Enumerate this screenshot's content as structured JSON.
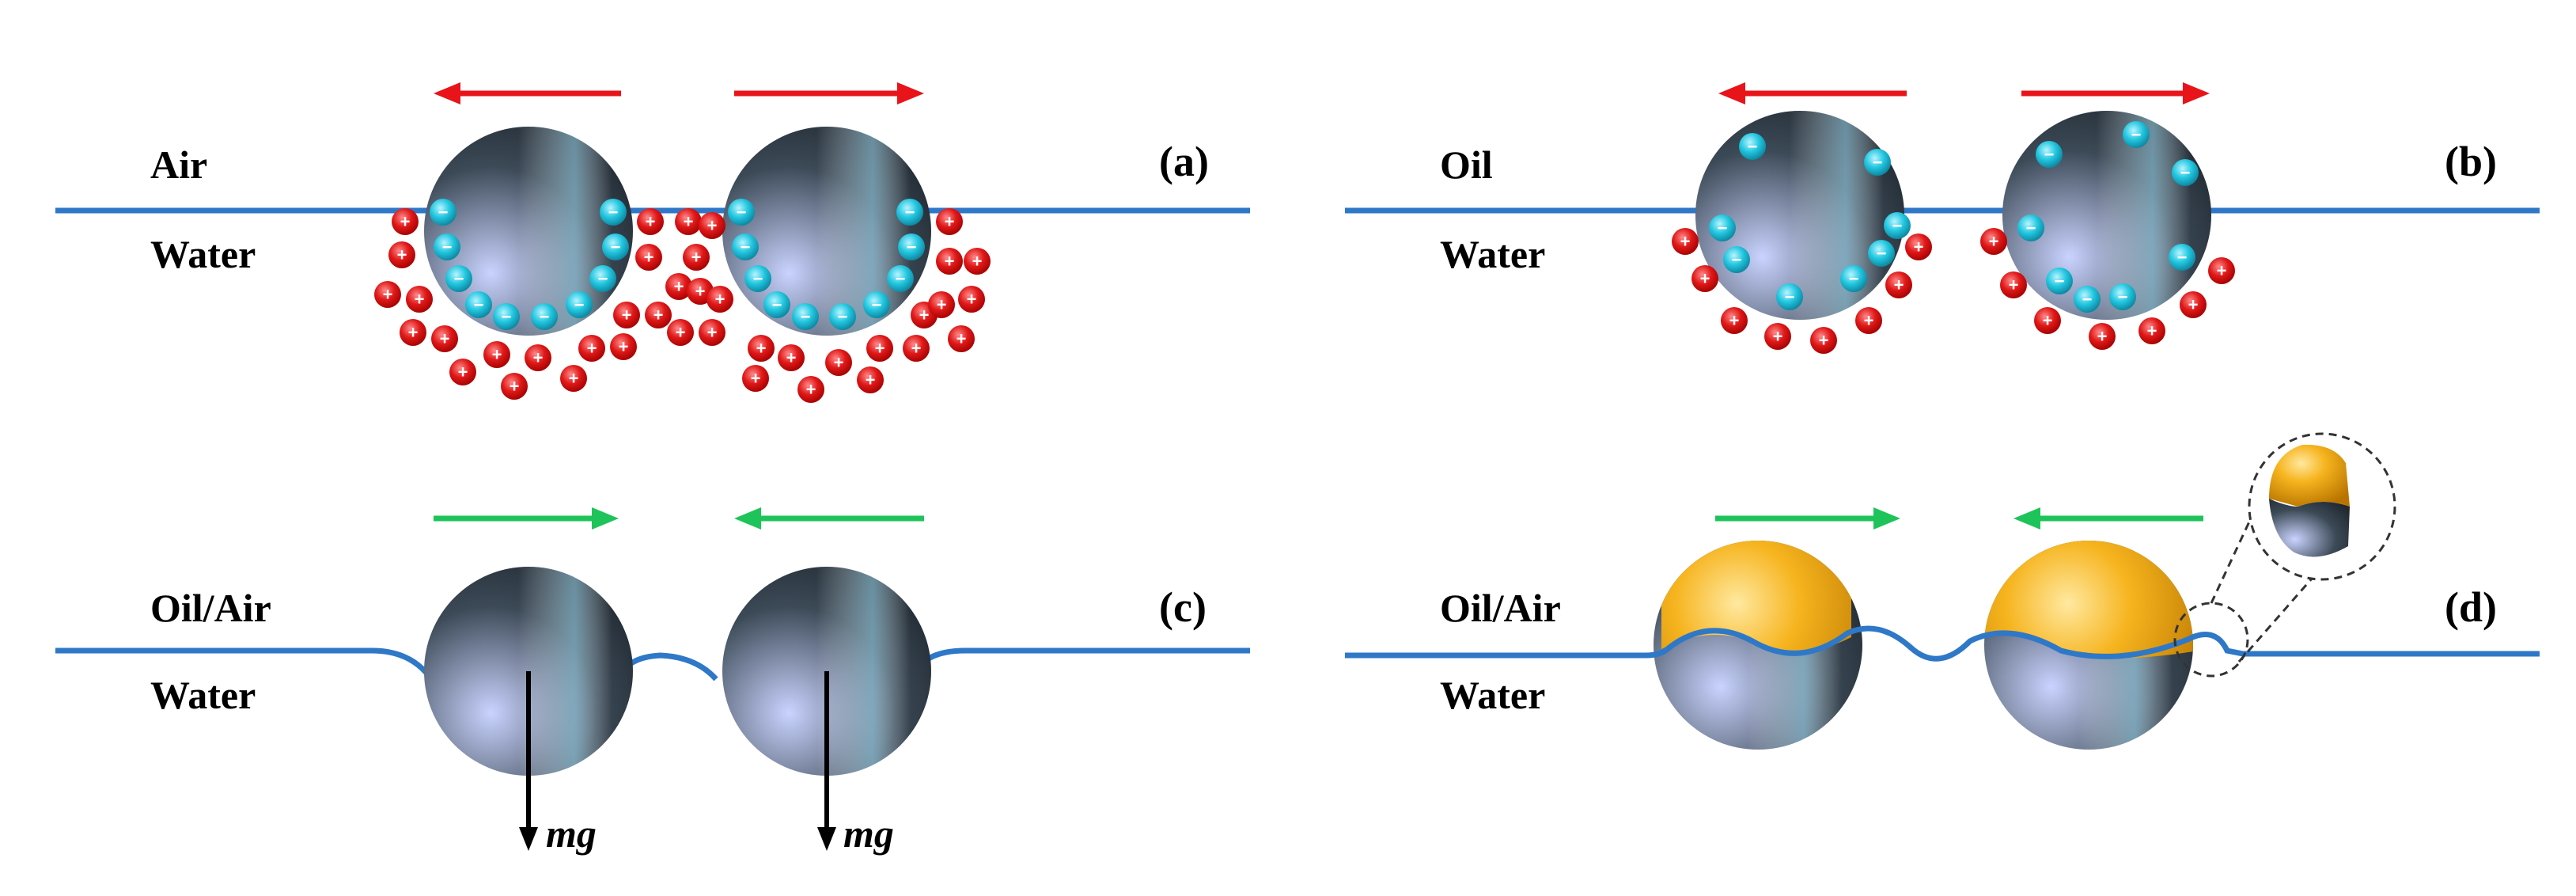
{
  "colors": {
    "interface": "#2f78c8",
    "repulsion_arrow": "#e8141a",
    "attraction_arrow": "#1ec45a",
    "cation": "#e01818",
    "anion": "#22c7e0",
    "cap": "#f2a20e",
    "force_arrow": "#000000"
  },
  "panels": {
    "a": {
      "label": "(a)",
      "upper_phase": "Air",
      "lower_phase": "Water"
    },
    "b": {
      "label": "(b)",
      "upper_phase": "Oil",
      "lower_phase": "Water"
    },
    "c": {
      "label": "(c)",
      "upper_phase": "Oil/Air",
      "lower_phase": "Water",
      "force_label": "mg"
    },
    "d": {
      "label": "(d)",
      "upper_phase": "Oil/Air",
      "lower_phase": "Water"
    }
  },
  "ions": {
    "positive": "+",
    "negative": "−"
  }
}
